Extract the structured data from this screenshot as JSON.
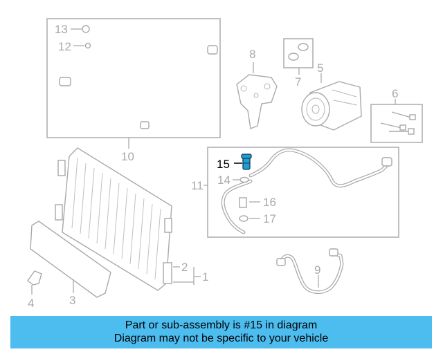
{
  "callouts": {
    "c1": "1",
    "c2": "2",
    "c3": "3",
    "c4": "4",
    "c5": "5",
    "c6": "6",
    "c7": "7",
    "c8": "8",
    "c9": "9",
    "c10": "10",
    "c11": "11",
    "c12": "12",
    "c13": "13",
    "c14": "14",
    "c15": "15",
    "c16": "16",
    "c17": "17"
  },
  "highlight_color": "#1a9fd9",
  "banner": {
    "line1": "Part or sub-assembly is #15 in diagram",
    "line2": "Diagram may not be specific to your vehicle",
    "color": "#4dbdf0"
  }
}
